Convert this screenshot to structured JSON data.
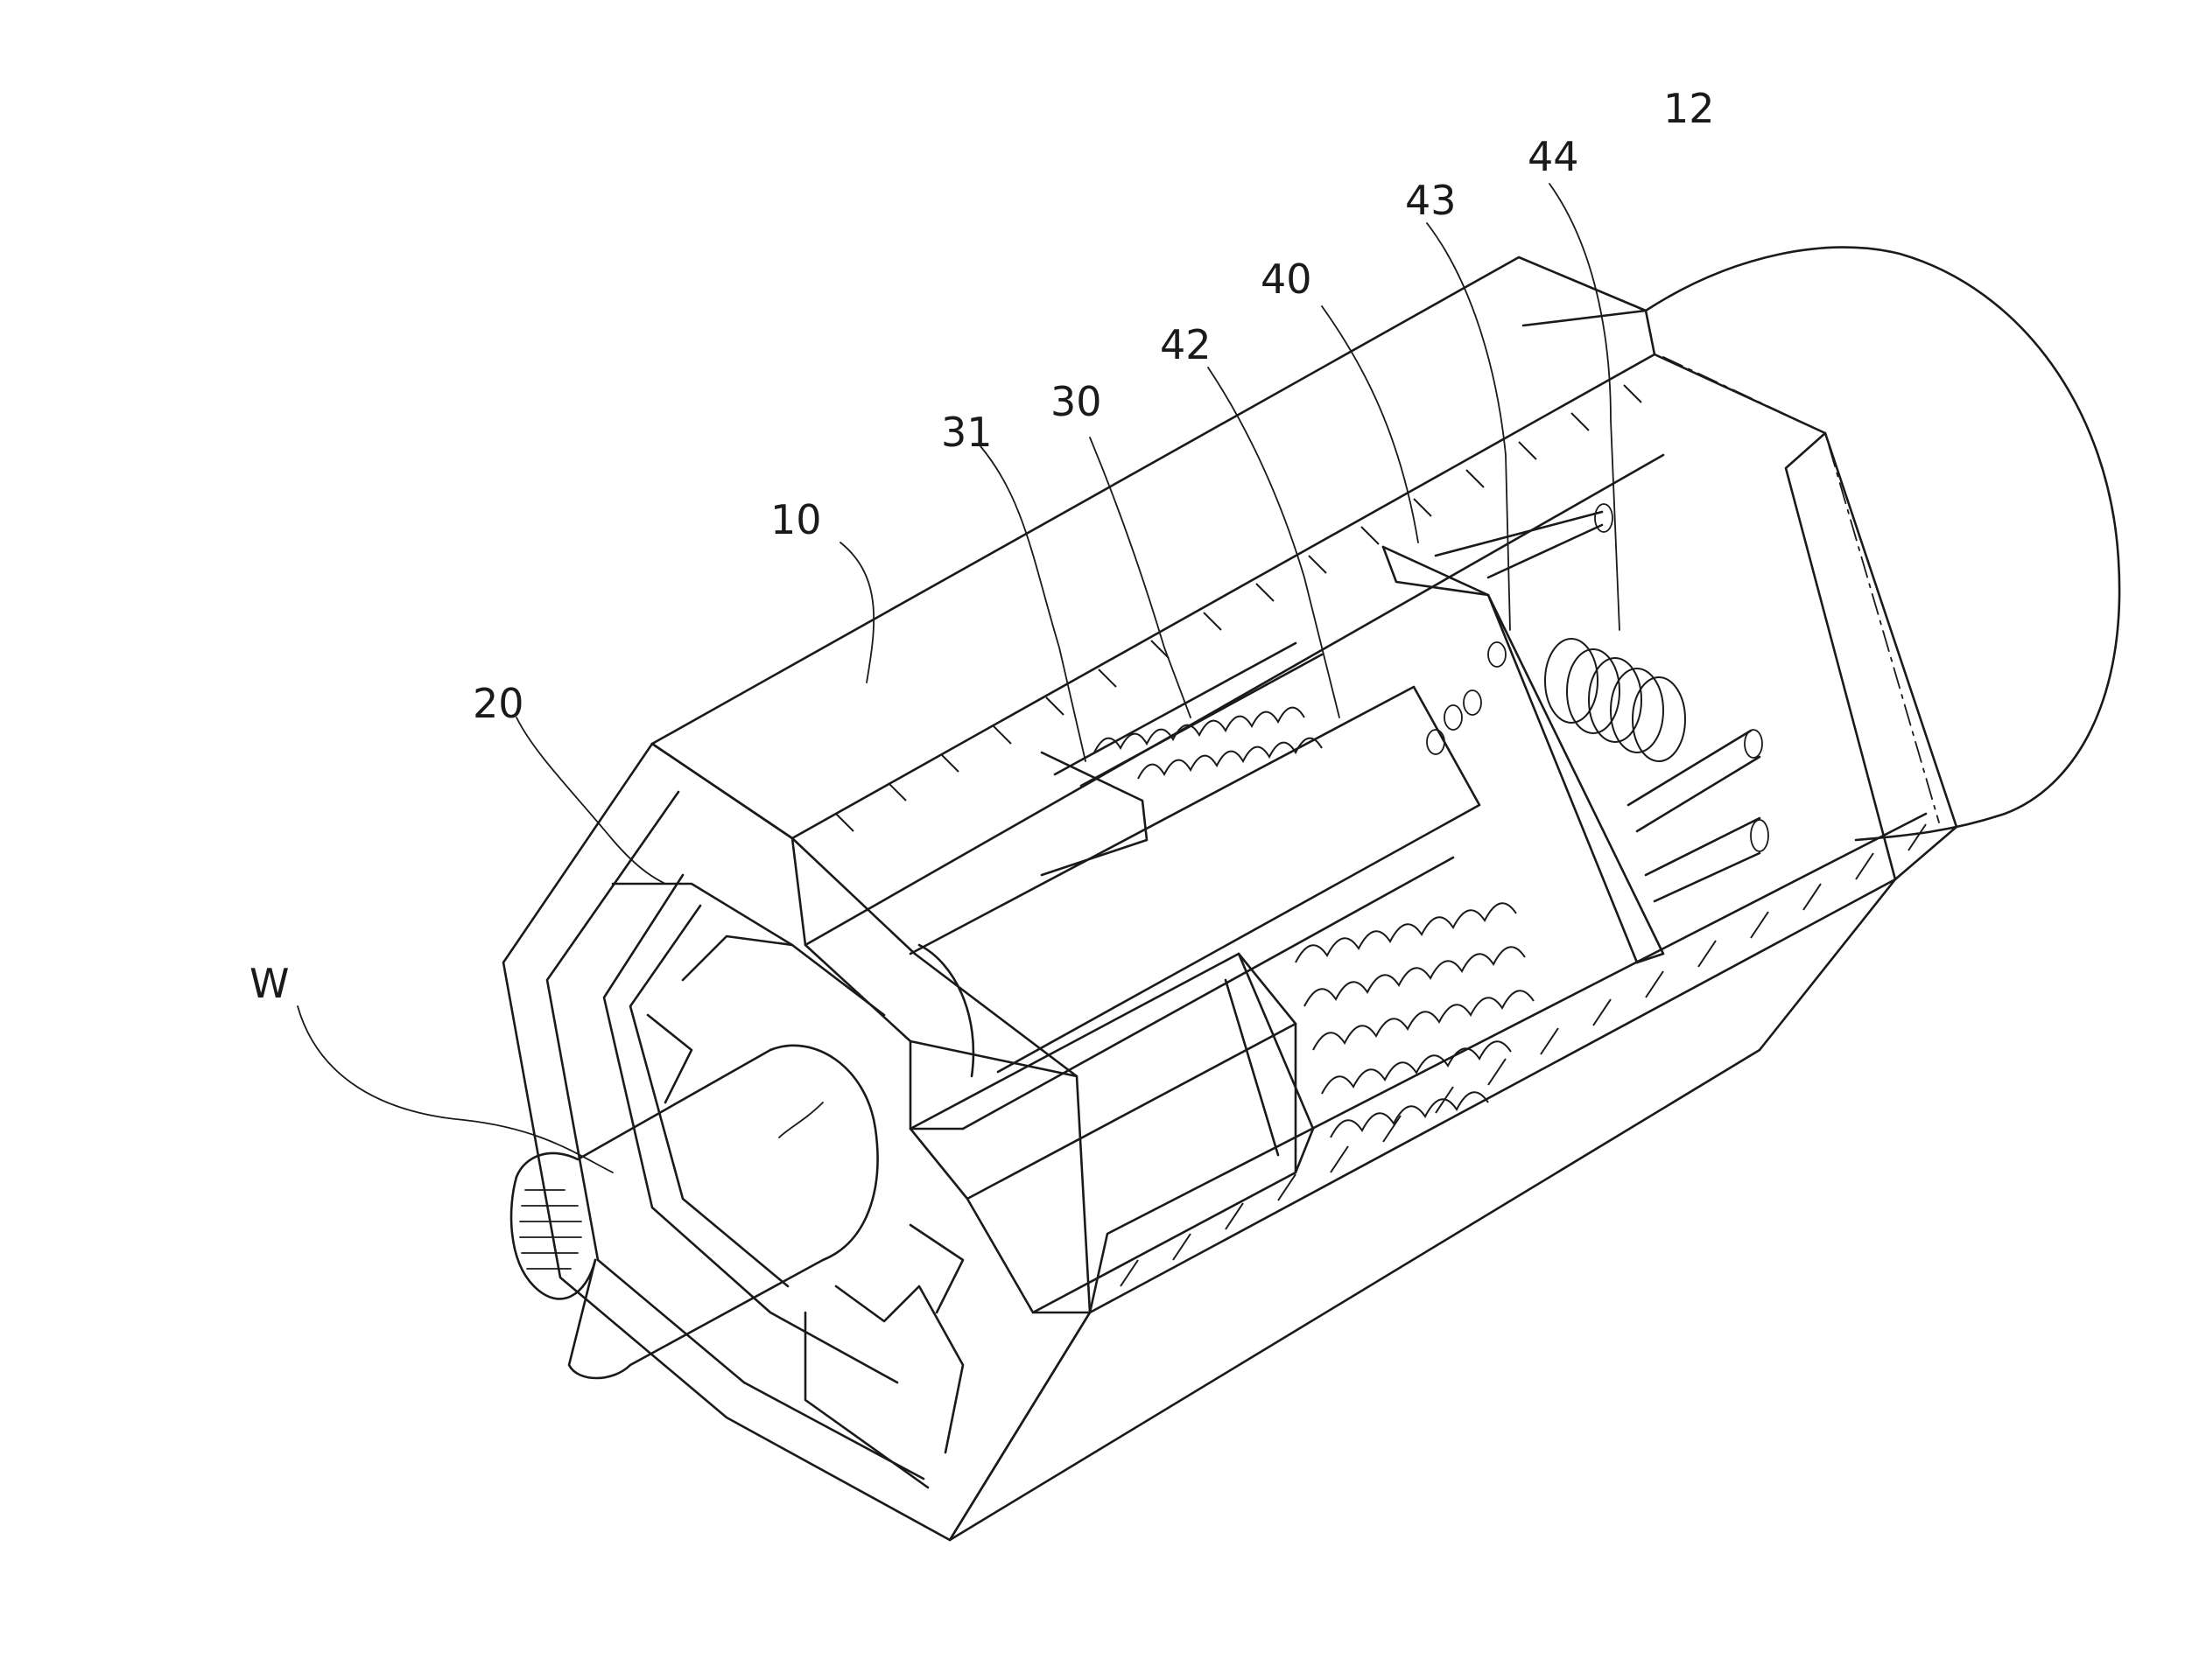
{
  "figure": {
    "labels": {
      "l10": "10",
      "l12": "12",
      "l20": "20",
      "l30": "30",
      "l31": "31",
      "l40": "40",
      "l42": "42",
      "l43": "43",
      "l44": "44",
      "lW": "W"
    },
    "colors": {
      "ink": "#1a1a1a",
      "paper": "#ffffff"
    }
  }
}
